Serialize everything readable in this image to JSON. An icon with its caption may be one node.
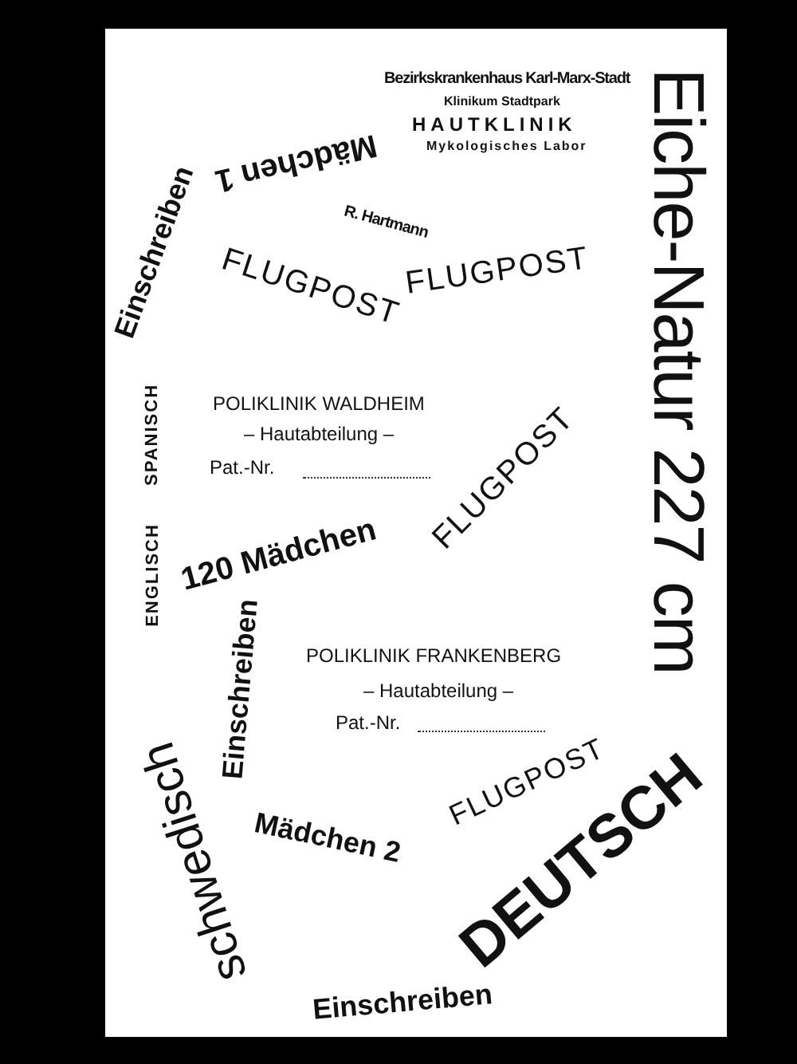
{
  "diagram": {
    "labels": [
      "Bezirkskrankenhaus Karl-Marx-Stadt",
      "Klinikum Stadtpark",
      "HAUTKLINIK",
      "Mykologisches Labor",
      "Eiche-Natur 227 cm",
      "Mädchen 1",
      "Einschreiben",
      "R. Hartmann",
      "FLUGPOST",
      "FLUGPOST",
      "POLIKLINIK WALDHEIM",
      "– Hautabteilung –",
      "Pat.-Nr.",
      "SPANISCH",
      "ENGLISCH",
      "FLUGPOST",
      "120 Mädchen",
      "Einschreiben",
      "POLIKLINIK FRANKENBERG",
      "– Hautabteilung –",
      "Pat.-Nr.",
      "schwedisch",
      "FLUGPOST",
      "Mädchen 2",
      "DEUTSCH",
      "Einschreiben"
    ]
  }
}
